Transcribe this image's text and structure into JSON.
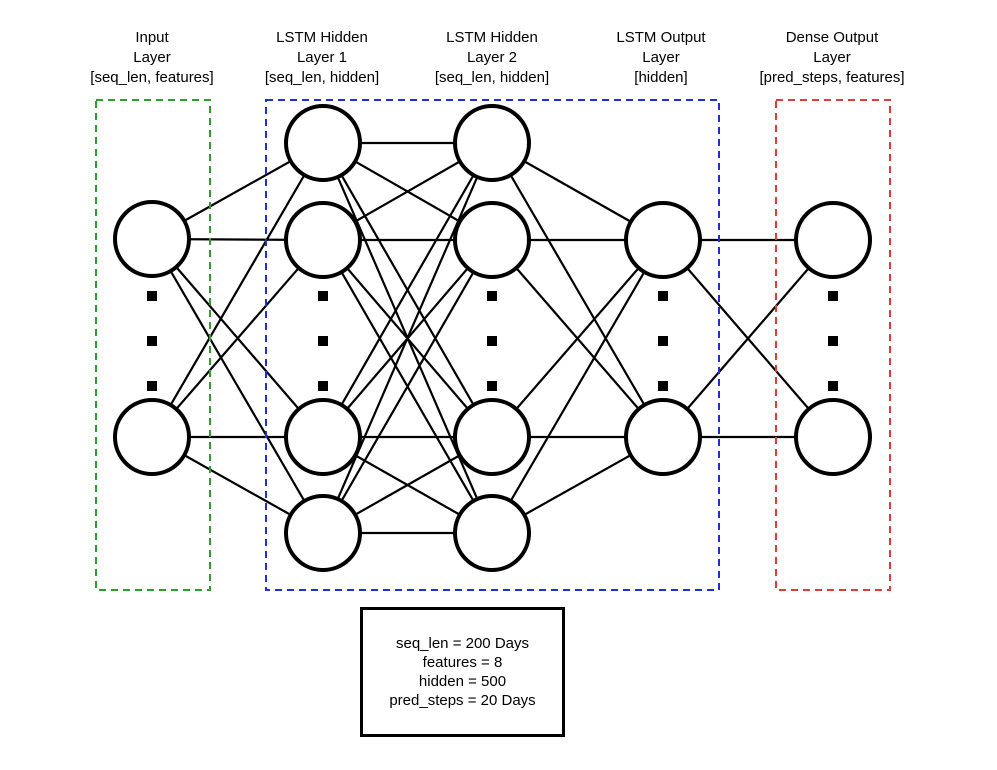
{
  "layers": [
    {
      "id": "input",
      "line1": "Input",
      "line2": "Layer",
      "line3": "[seq_len, features]",
      "box_color": "#2e9e2e"
    },
    {
      "id": "lstm-hidden-1",
      "line1": "LSTM Hidden",
      "line2": "Layer 1",
      "line3": "[seq_len, hidden]",
      "box_color": "#1f2fd6"
    },
    {
      "id": "lstm-hidden-2",
      "line1": "LSTM Hidden",
      "line2": "Layer 2",
      "line3": "[seq_len, hidden]",
      "box_color": "#1f2fd6"
    },
    {
      "id": "lstm-output",
      "line1": "LSTM Output",
      "line2": "Layer",
      "line3": "[hidden]",
      "box_color": "#1f2fd6"
    },
    {
      "id": "dense-output",
      "line1": "Dense Output",
      "line2": "Layer",
      "line3": "[pred_steps, features]",
      "box_color": "#e03a3a"
    }
  ],
  "params": {
    "seq_len": "seq_len = 200 Days",
    "features": "features = 8",
    "hidden": "hidden = 500",
    "pred_steps": "pred_steps = 20 Days"
  }
}
